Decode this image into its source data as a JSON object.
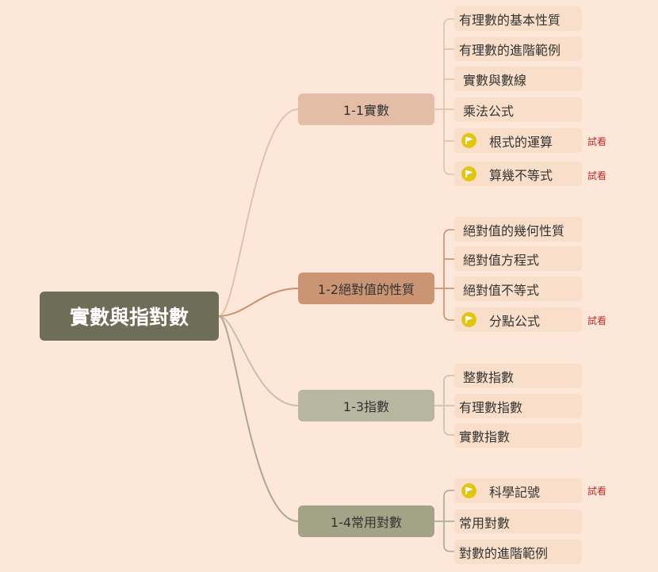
{
  "root": "實數與指對數",
  "trial_label": "試看",
  "colors": {
    "background": "#fde7d8",
    "root": "#6e6e58",
    "branch_1": "#e3bda6",
    "branch_2": "#cb9473",
    "branch_3": "#b7b6a0",
    "branch_4": "#a3a387",
    "leaf": "#f9dfca",
    "flag": "#e2c511",
    "trial": "#c0302b"
  },
  "branches": [
    {
      "label": "1-1實數",
      "items": [
        {
          "label": "有理數的基本性質",
          "flag": false,
          "trial": false
        },
        {
          "label": "有理數的進階範例",
          "flag": false,
          "trial": false
        },
        {
          "label": "實數與數線",
          "flag": false,
          "trial": false
        },
        {
          "label": "乘法公式",
          "flag": false,
          "trial": false
        },
        {
          "label": "根式的運算",
          "flag": true,
          "trial": true
        },
        {
          "label": "算幾不等式",
          "flag": true,
          "trial": true
        }
      ]
    },
    {
      "label": "1-2絕對值的性質",
      "items": [
        {
          "label": "絕對值的幾何性質",
          "flag": false,
          "trial": false
        },
        {
          "label": "絕對值方程式",
          "flag": false,
          "trial": false
        },
        {
          "label": "絕對值不等式",
          "flag": false,
          "trial": false
        },
        {
          "label": "分點公式",
          "flag": true,
          "trial": true
        }
      ]
    },
    {
      "label": "1-3指數",
      "items": [
        {
          "label": "整數指數",
          "flag": false,
          "trial": false
        },
        {
          "label": "有理數指數",
          "flag": false,
          "trial": false
        },
        {
          "label": "實數指數",
          "flag": false,
          "trial": false
        }
      ]
    },
    {
      "label": "1-4常用對數",
      "items": [
        {
          "label": "科學記號",
          "flag": true,
          "trial": true
        },
        {
          "label": "常用對數",
          "flag": false,
          "trial": false
        },
        {
          "label": "對數的進階範例",
          "flag": false,
          "trial": false
        }
      ]
    }
  ]
}
